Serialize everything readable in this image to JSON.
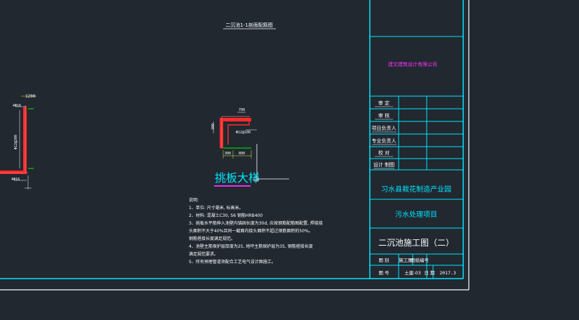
{
  "drawing": {
    "section_title": "二沉池1-1剖面配筋图",
    "detail_title": "挑板大样",
    "dims": {
      "top": "700",
      "left": "300",
      "bottom_a": "300",
      "bottom_b": "800",
      "rebar": "Φ12@100",
      "left_top": "1200",
      "left_mid": "Φ12@200",
      "left_a": "4Φ16",
      "left_b": "4Φ16"
    },
    "notes": [
      "说明:",
      "1、单位: 尺寸毫米, 标高米。",
      "2、材料: 混凝土C30, S6  钢筋HRB400",
      "3、挑板水平筋伸入池壁内锚固长度为30d, 应按钢筋配筋图配置, 焊接接",
      "头面积不大于40%且同一截面内接头面积不超过钢筋面积的50%。",
      "钢筋搭接长度满足规范。",
      "4、池壁主筋保护层厚度为25, 地坪主筋保护层为35, 钢筋搭接长度",
      "满足规范要求。",
      "5、所有预埋管道须配合工艺电气设计图施工。"
    ]
  },
  "title_block": {
    "company": "建文建筑设计有限公司",
    "roles": [
      "审 定",
      "审 核",
      "项目负责人",
      "专业负责人",
      "校 对",
      "设计 制图"
    ],
    "project": "习水县栽花制造产业园",
    "subproject": "污水处理项目",
    "sheet_title": "二沉池施工图（二）",
    "row1": [
      "图 别",
      "施工图",
      "图纸编号"
    ],
    "row2": [
      "图 号",
      "土建-03",
      "日 期",
      "2017.3"
    ]
  },
  "colors": {
    "background": "#212830",
    "frame": "#00e6ff",
    "wall": "#ff2a2a",
    "rebar_green": "#00d000",
    "magenta": "#ff33ff",
    "white": "#ffffff",
    "dim_yellow": "#e8e84a"
  }
}
